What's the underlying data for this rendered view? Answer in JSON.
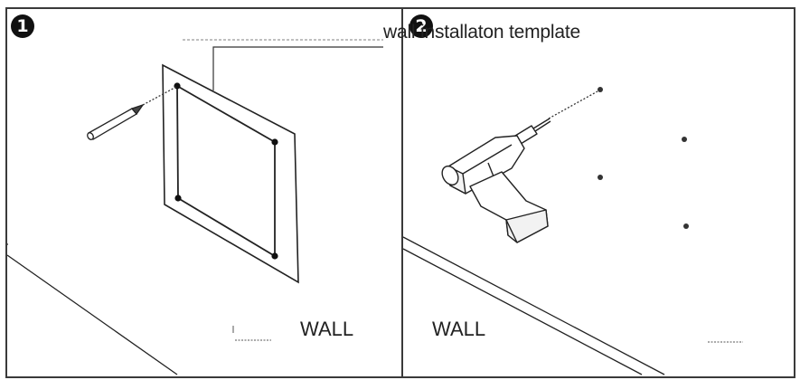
{
  "steps": [
    {
      "badge": "1",
      "wall_label": "WALL"
    },
    {
      "badge": "2",
      "wall_label": "WALL"
    }
  ],
  "callout": {
    "text": "wall installaton template"
  },
  "icons": [
    "pencil-icon",
    "drill-icon"
  ],
  "colors": {
    "line": "#222222",
    "border": "#3a3a3a",
    "background": "#ffffff"
  }
}
